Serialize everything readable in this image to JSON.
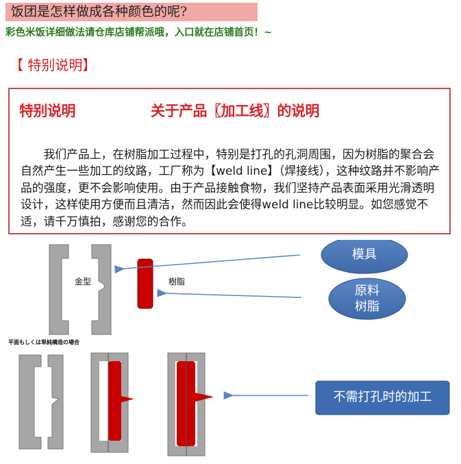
{
  "header": {
    "question": "饭团是怎样做成各种颜色的呢?",
    "subline": "彩色米饭详细做法请仓库店铺帮派哦，入口就在店铺首页！~"
  },
  "section": {
    "title": "【 特别说明】"
  },
  "note": {
    "title_left": "特别说明",
    "title_right": "关于产品〖加工线〗的说明",
    "body": "我们产品上，在树脂加工过程中，特别是打孔的孔洞周围，因为树脂的聚合会自然产生一些加工的纹路，工厂称为【weld line】（焊接线），这种纹路并不影响产品的强度，更不会影响使用。由于产品接触食物，我们坚持产品表面采用光滑透明设计，这样使用方便而且清洁，然而因此会使得weld line比较明显。如您感觉不适，请千万慎拍，感谢您的合作。"
  },
  "diagram": {
    "mold_label": "金型",
    "resin_label": "樹脂",
    "caption_small": "平面もしくは単純構造の場合",
    "bubble_mold": "模具",
    "bubble_resin_line1": "原料",
    "bubble_resin_line2": "树脂",
    "box_no_hole": "不需打孔时的加工",
    "colors": {
      "mold_gray": "#a6a6a6",
      "resin_red": "#c90000",
      "bubble_blue": "#4a76b5",
      "arrow_blue": "#5b84c4"
    }
  }
}
